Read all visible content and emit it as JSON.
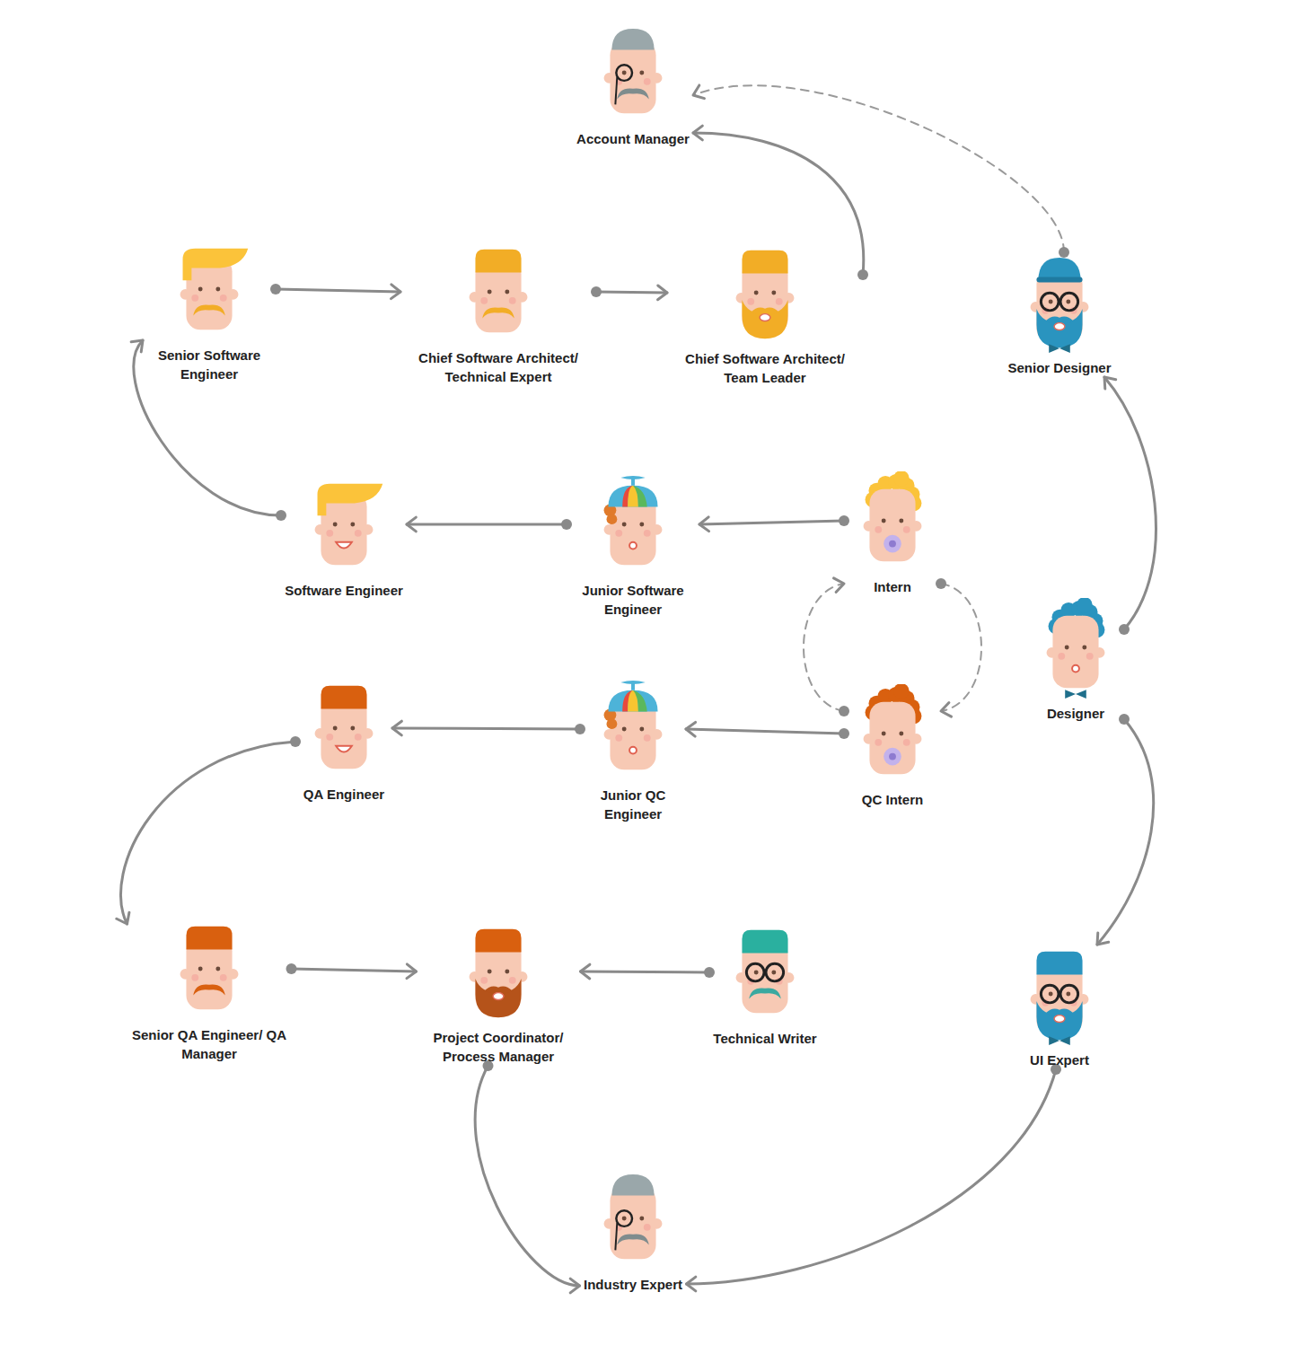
{
  "diagram": {
    "nodes": [
      {
        "text": [
          "Account Manager"
        ]
      },
      {
        "text": [
          "Senior Software Engineer"
        ]
      },
      {
        "text": [
          "Chief Software Architect/ Technical Expert"
        ]
      },
      {
        "text": [
          "Chief Software Architect/ Team Leader"
        ]
      },
      {
        "text": [
          "Senior Designer"
        ]
      },
      {
        "text": [
          "Software Engineer"
        ]
      },
      {
        "text": [
          "Junior Software Engineer"
        ]
      },
      {
        "text": [
          "Intern"
        ]
      },
      {
        "text": [
          "Designer"
        ]
      },
      {
        "text": [
          "QA Engineer"
        ]
      },
      {
        "text": [
          "Junior QC Engineer"
        ]
      },
      {
        "text": [
          "QC Intern"
        ]
      },
      {
        "text": [
          "Senior QA Engineer/ QA Manager"
        ]
      },
      {
        "text": [
          "Project Coordinator/ Process Manager"
        ]
      },
      {
        "text": [
          "Technical Writer"
        ]
      },
      {
        "text": [
          "UI Expert"
        ]
      },
      {
        "text": [
          "Industry Expert"
        ]
      }
    ],
    "edges": [
      {
        "from": 3,
        "to": 0,
        "arrow": "to"
      },
      {
        "from": 4,
        "to": 0,
        "arrow": "to"
      },
      {
        "from": 1,
        "to": 2,
        "arrow": "to"
      },
      {
        "from": 2,
        "to": 3,
        "arrow": "to"
      },
      {
        "from": 5,
        "to": 1,
        "arrow": "to"
      },
      {
        "from": 6,
        "to": 5,
        "arrow": "to"
      },
      {
        "from": 7,
        "to": 6,
        "arrow": "to"
      },
      {
        "from": 7,
        "to": 11,
        "arrow": "to"
      },
      {
        "from": 11,
        "to": 7,
        "arrow": "to"
      },
      {
        "from": 8,
        "to": 4,
        "arrow": "to"
      },
      {
        "from": 8,
        "to": 15,
        "arrow": "to"
      },
      {
        "from": 10,
        "to": 9,
        "arrow": "to"
      },
      {
        "from": 11,
        "to": 10,
        "arrow": "to"
      },
      {
        "from": 9,
        "to": 12,
        "arrow": "to"
      },
      {
        "from": 12,
        "to": 13,
        "arrow": "to"
      },
      {
        "from": 14,
        "to": 13,
        "arrow": "to"
      },
      {
        "from": 13,
        "to": 16,
        "arrow": "to"
      },
      {
        "from": 15,
        "to": 16,
        "arrow": "to"
      }
    ]
  }
}
